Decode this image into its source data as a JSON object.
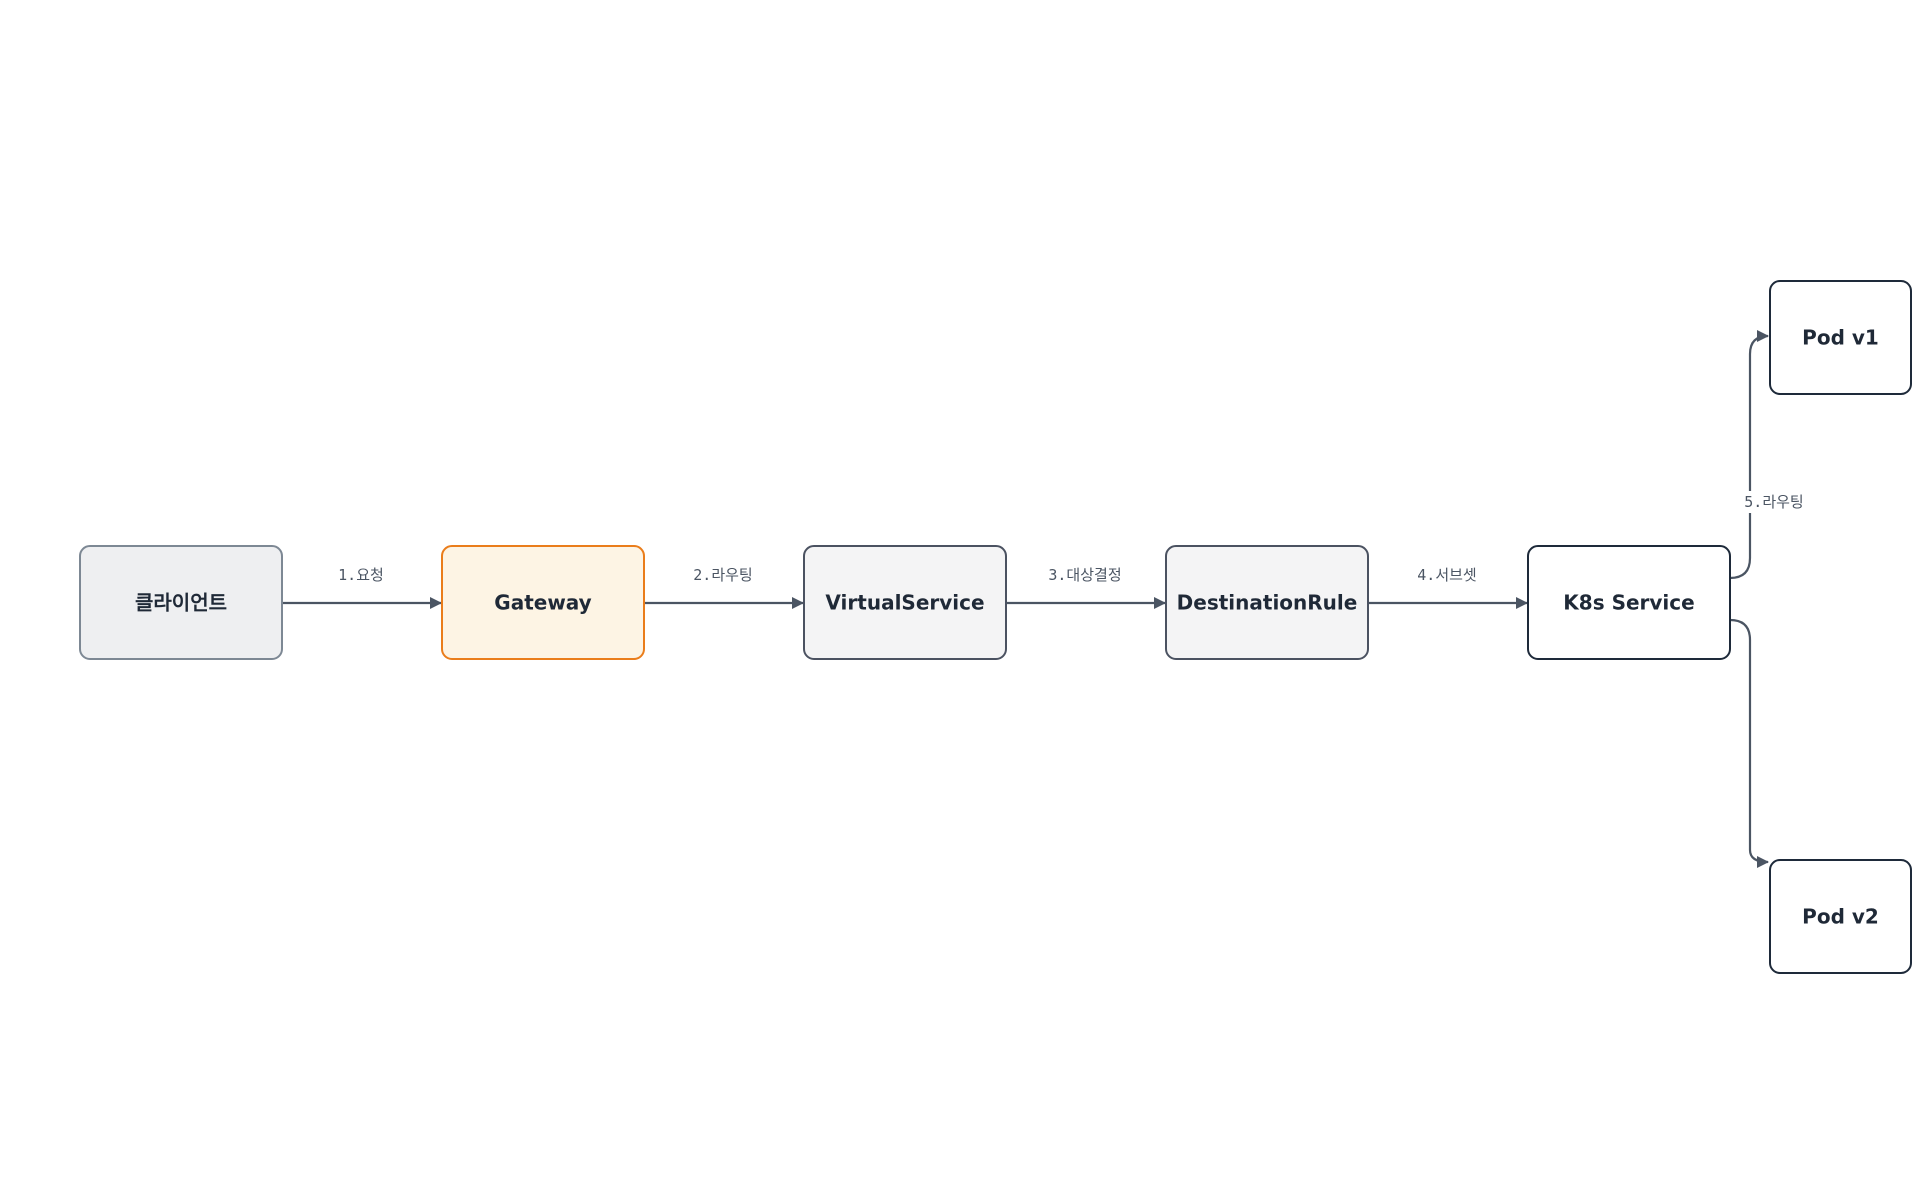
{
  "diagram": {
    "colors": {
      "edge": "#4b5563",
      "label": "#4b5563",
      "text": "#1f2937"
    },
    "nodes": [
      {
        "id": "client",
        "label": "클라이언트",
        "fill": "#eeeff1",
        "stroke": "#7d8894"
      },
      {
        "id": "gateway",
        "label": "Gateway",
        "fill": "#fdf4e4",
        "stroke": "#ea7d1b"
      },
      {
        "id": "virtualservice",
        "label": "VirtualService",
        "fill": "#f4f4f5",
        "stroke": "#4b5261"
      },
      {
        "id": "destinationrule",
        "label": "DestinationRule",
        "fill": "#f4f4f5",
        "stroke": "#4b5261"
      },
      {
        "id": "k8sservice",
        "label": "K8s Service",
        "fill": "#ffffff",
        "stroke": "#1e2a3a"
      },
      {
        "id": "podv1",
        "label": "Pod v1",
        "fill": "#ffffff",
        "stroke": "#1e2a3a"
      },
      {
        "id": "podv2",
        "label": "Pod v2",
        "fill": "#ffffff",
        "stroke": "#1e2a3a"
      }
    ],
    "edges": [
      {
        "id": "client-gateway",
        "from": "client",
        "to": "gateway",
        "label": "1.요청"
      },
      {
        "id": "gateway-virtualservice",
        "from": "gateway",
        "to": "virtualservice",
        "label": "2.라우팅"
      },
      {
        "id": "virtualservice-destinationrule",
        "from": "virtualservice",
        "to": "destinationrule",
        "label": "3.대상결정"
      },
      {
        "id": "destinationrule-k8sservice",
        "from": "destinationrule",
        "to": "k8sservice",
        "label": "4.서브셋"
      },
      {
        "id": "k8sservice-podv1",
        "from": "k8sservice",
        "to": "podv1",
        "label": "5.라우팅"
      },
      {
        "id": "k8sservice-podv2",
        "from": "k8sservice",
        "to": "podv2",
        "label": ""
      }
    ]
  }
}
